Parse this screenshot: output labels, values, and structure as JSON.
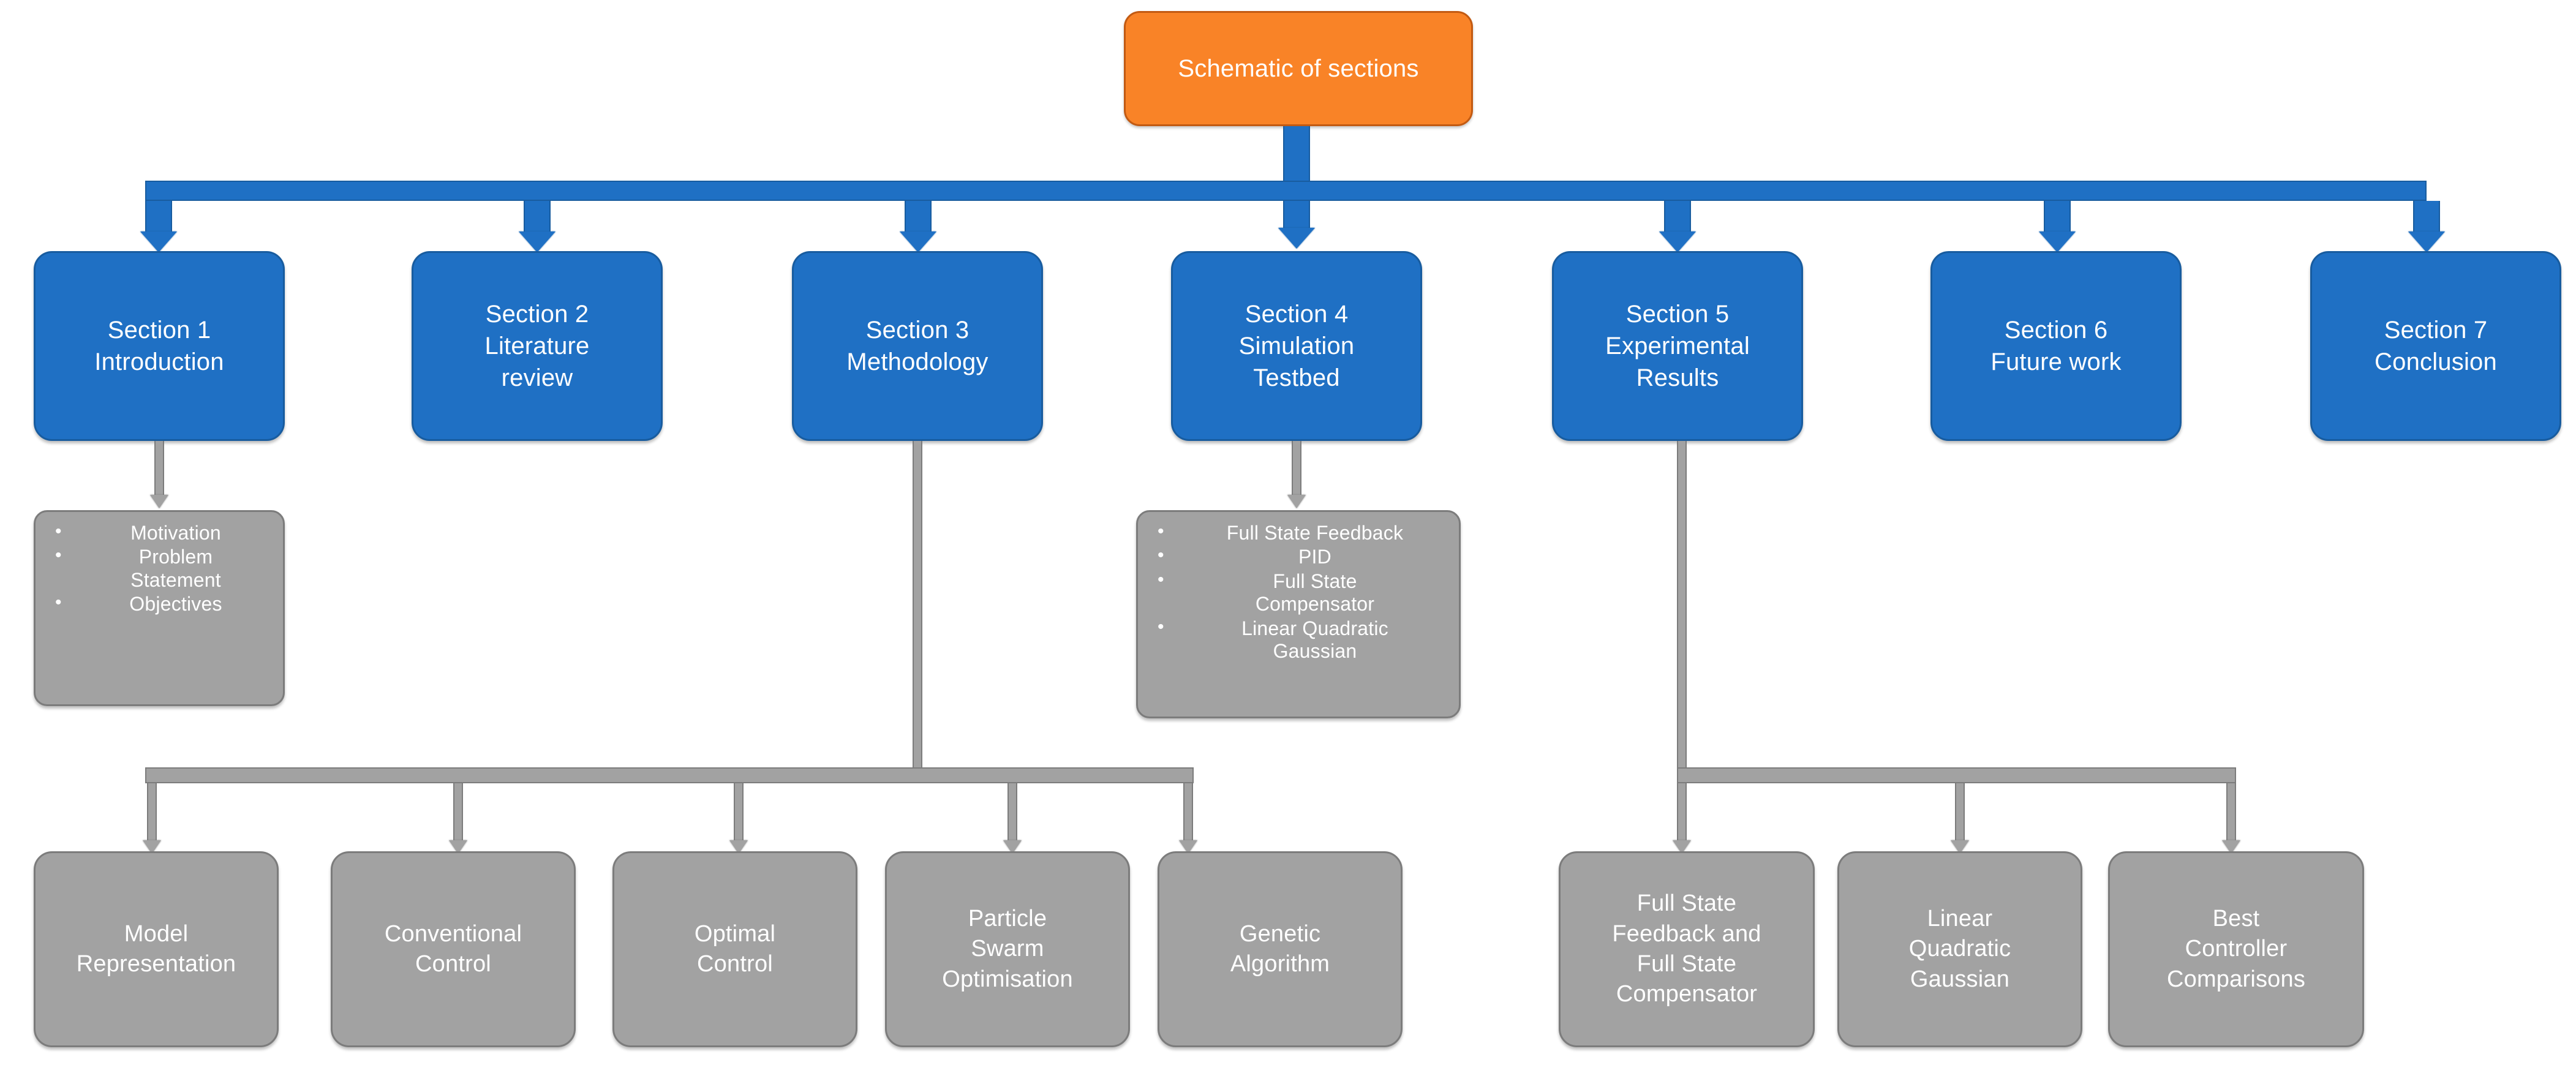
{
  "diagram": {
    "title": "Schematic of sections",
    "root": {
      "label": "Schematic of sections"
    },
    "sections": [
      {
        "label": "Section 1\nIntroduction"
      },
      {
        "label": "Section 2\nLiterature\nreview"
      },
      {
        "label": "Section 3\nMethodology"
      },
      {
        "label": "Section 4\nSimulation\nTestbed"
      },
      {
        "label": "Section 5\nExperimental\nResults"
      },
      {
        "label": "Section 6\nFuture work"
      },
      {
        "label": "Section 7\nConclusion"
      }
    ],
    "section1_bullets": [
      "Motivation",
      "Problem\nStatement",
      "Objectives"
    ],
    "section4_bullets": [
      "Full State Feedback",
      "PID",
      "Full State\nCompensator",
      "Linear Quadratic\nGaussian"
    ],
    "section3_children": [
      {
        "label": "Model\nRepresentation"
      },
      {
        "label": "Conventional\nControl"
      },
      {
        "label": "Optimal\nControl"
      },
      {
        "label": "Particle\nSwarm\nOptimisation"
      },
      {
        "label": "Genetic\nAlgorithm"
      }
    ],
    "section5_children": [
      {
        "label": "Full State\nFeedback and\nFull State\nCompensator"
      },
      {
        "label": "Linear\nQuadratic\nGaussian"
      },
      {
        "label": "Best\nController\nComparisons"
      }
    ],
    "colors": {
      "root_fill": "#F98327",
      "root_stroke": "#C25A12",
      "section_fill": "#1F70C4",
      "section_stroke": "#185C9F",
      "sub_fill": "#A2A2A2",
      "sub_stroke": "#7C7C7C",
      "text": "#FFFFFF",
      "background": "#FFFFFF"
    }
  }
}
